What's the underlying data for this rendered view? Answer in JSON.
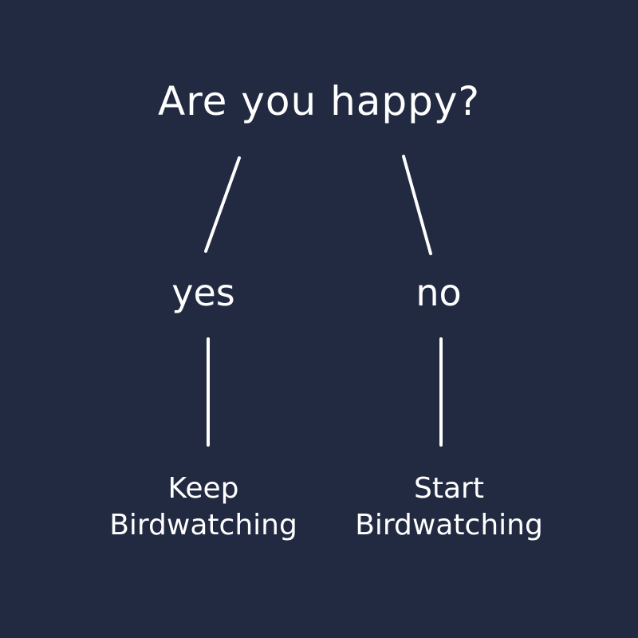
{
  "colors": {
    "background": "#222a42",
    "ink": "#ffffff"
  },
  "diagram": {
    "question": "Are you happy?",
    "branches": [
      {
        "answer": "yes",
        "outcome_line1": "Keep",
        "outcome_line2": "Birdwatching"
      },
      {
        "answer": "no",
        "outcome_line1": "Start",
        "outcome_line2": "Birdwatching"
      }
    ]
  }
}
